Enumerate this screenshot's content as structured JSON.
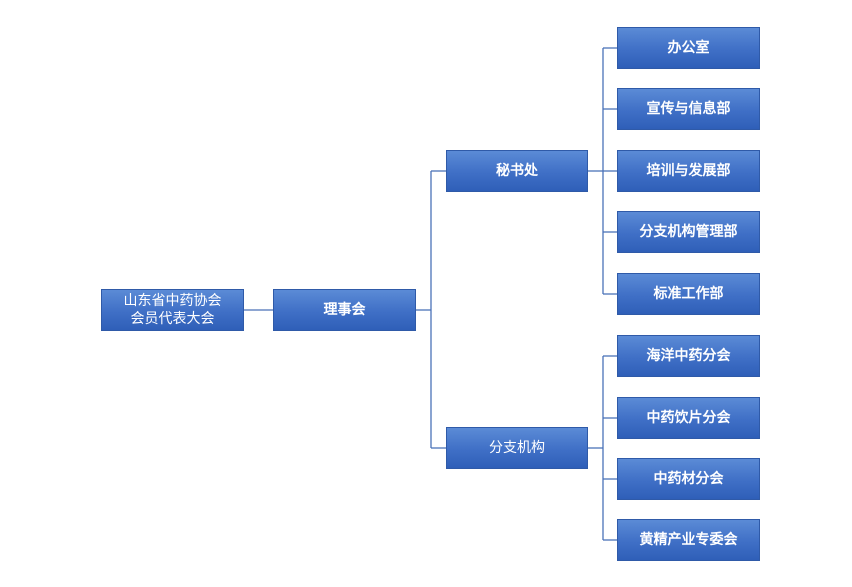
{
  "nodes": {
    "root_line1": "山东省中药协会",
    "root_line2": "会员代表大会",
    "council": "理事会",
    "secretariat": "秘书处",
    "branches": "分支机构",
    "office": "办公室",
    "publicity": "宣传与信息部",
    "training": "培训与发展部",
    "branch_mgmt": "分支机构管理部",
    "standards": "标准工作部",
    "marine_tcm": "海洋中药分会",
    "decoction_pieces": "中药饮片分会",
    "materials": "中药材分会",
    "huangjing": "黄精产业专委会"
  },
  "colors": {
    "node_fill": "#3f6fc6",
    "node_border": "#2f5aa8",
    "connector": "#4a72b8",
    "text": "#ffffff"
  }
}
